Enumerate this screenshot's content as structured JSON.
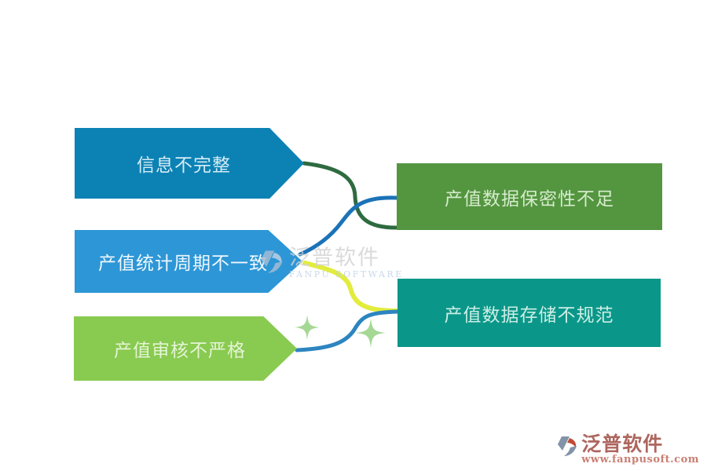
{
  "diagram": {
    "title_hint": "problem-mapping diagram",
    "left_items": [
      {
        "label": "信息不完整",
        "bg": "#0c82b4",
        "text_color": "#d6ecf6"
      },
      {
        "label": "产值统计周期不一致",
        "bg": "#2d96d6",
        "text_color": "#eef8fd"
      },
      {
        "label": "产值审核不严格",
        "bg": "#89ca50",
        "text_color": "#e4f4d5"
      }
    ],
    "right_items": [
      {
        "label": "产值数据保密性不足",
        "bg": "#549540",
        "text_color": "#d5eccc"
      },
      {
        "label": "产值数据存储不规范",
        "bg": "#0a9789",
        "text_color": "#cdeee5"
      }
    ],
    "connectors": [
      {
        "name": "top-arrow-to-green-box",
        "color": "#2e6b40"
      },
      {
        "name": "green-box-to-middle-arrow",
        "color": "#1b73b7"
      },
      {
        "name": "middle-arrow-to-teal-box",
        "color": "#e2ec3c"
      },
      {
        "name": "bottom-arrow-to-teal-box",
        "color": "#2d85c0"
      }
    ],
    "sparkle_color": "#a5d894"
  },
  "watermark": {
    "title": "泛普软件",
    "subtitle": "FANPU SOFTWARE",
    "glyph_color_main": "#a9bdd5",
    "glyph_color_accent": "#c6d3e4"
  },
  "footer_logo": {
    "brand": "泛普软件",
    "url": "www.fanpusoft.com",
    "brand_color": "#ad665e",
    "url_color": "#c98074",
    "glyph_slate": "#8293a9",
    "glyph_red": "#c04a36"
  }
}
